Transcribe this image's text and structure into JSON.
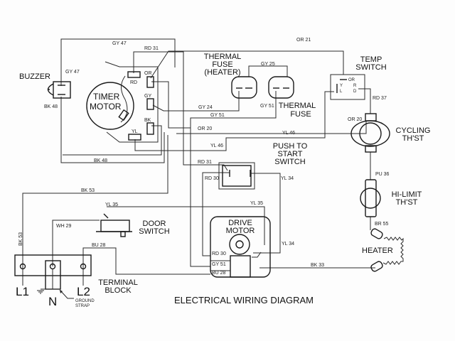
{
  "title": "ELECTRICAL WIRING DIAGRAM",
  "components": {
    "buzzer": "BUZZER",
    "timer_motor": [
      "TIMER",
      "MOTOR"
    ],
    "timer_terminals": {
      "rd": "RD",
      "or": "OR",
      "gy": "GY",
      "bk": "BK",
      "yl": "YL"
    },
    "thermal_fuse_heater": [
      "THERMAL",
      "FUSE",
      "(HEATER)"
    ],
    "thermal_fuse": [
      "THERMAL",
      "FUSE"
    ],
    "temp_switch": [
      "TEMP",
      "SWITCH"
    ],
    "temp_switch_terminals": {
      "or": "OR",
      "yl": "Y",
      "l": "L",
      "rd1": "R",
      "rd2": "D"
    },
    "cycling_thst": [
      "CYCLING",
      "TH'ST"
    ],
    "hi_limit_thst": [
      "HI-LIMIT",
      "TH'ST"
    ],
    "heater": "HEATER",
    "push_to_start": [
      "PUSH TO",
      "START",
      "SWITCH"
    ],
    "drive_motor": [
      "DRIVE",
      "MOTOR"
    ],
    "door_switch": [
      "DOOR",
      "SWITCH"
    ],
    "terminal_block": [
      "TERMINAL",
      "BLOCK"
    ],
    "terminals": {
      "l1": "L1",
      "n": "N",
      "l2": "L2"
    },
    "ground_strap": [
      "GROUND",
      "STRAP"
    ]
  },
  "wires": {
    "gy47_top": "GY 47",
    "gy47_buzzer": "GY 47",
    "bk48_buzzer": "BK 48",
    "bk48_bottom": "BK 48",
    "rd31_top": "RD 31",
    "or21": "OR 21",
    "gy25": "GY 25",
    "gy24": "GY 24",
    "gy51_top": "GY 51",
    "gy51_fuse": "GY 51",
    "or20_left": "OR 20",
    "or20_right": "OR 20",
    "yl46_left": "YL 46",
    "yl46_right": "YL 46",
    "rd37": "RD 37",
    "pu36": "PU 36",
    "br55": "BR 55",
    "bk33": "BK 33",
    "bk53_top": "BK 53",
    "bk53_side": "BK 53",
    "rd31_push": "RD 31",
    "rd30_push": "RD 30",
    "yl34_push": "YL 34",
    "yl35_motor": "YL 35",
    "yl34_motor": "YL 34",
    "rd30_motor": "RD 30",
    "gy51_motor": "GY 51",
    "bu28_motor": "BU 28",
    "yl35_door": "YL 35",
    "wh29": "WH 29",
    "bu28_block": "BU 28"
  }
}
